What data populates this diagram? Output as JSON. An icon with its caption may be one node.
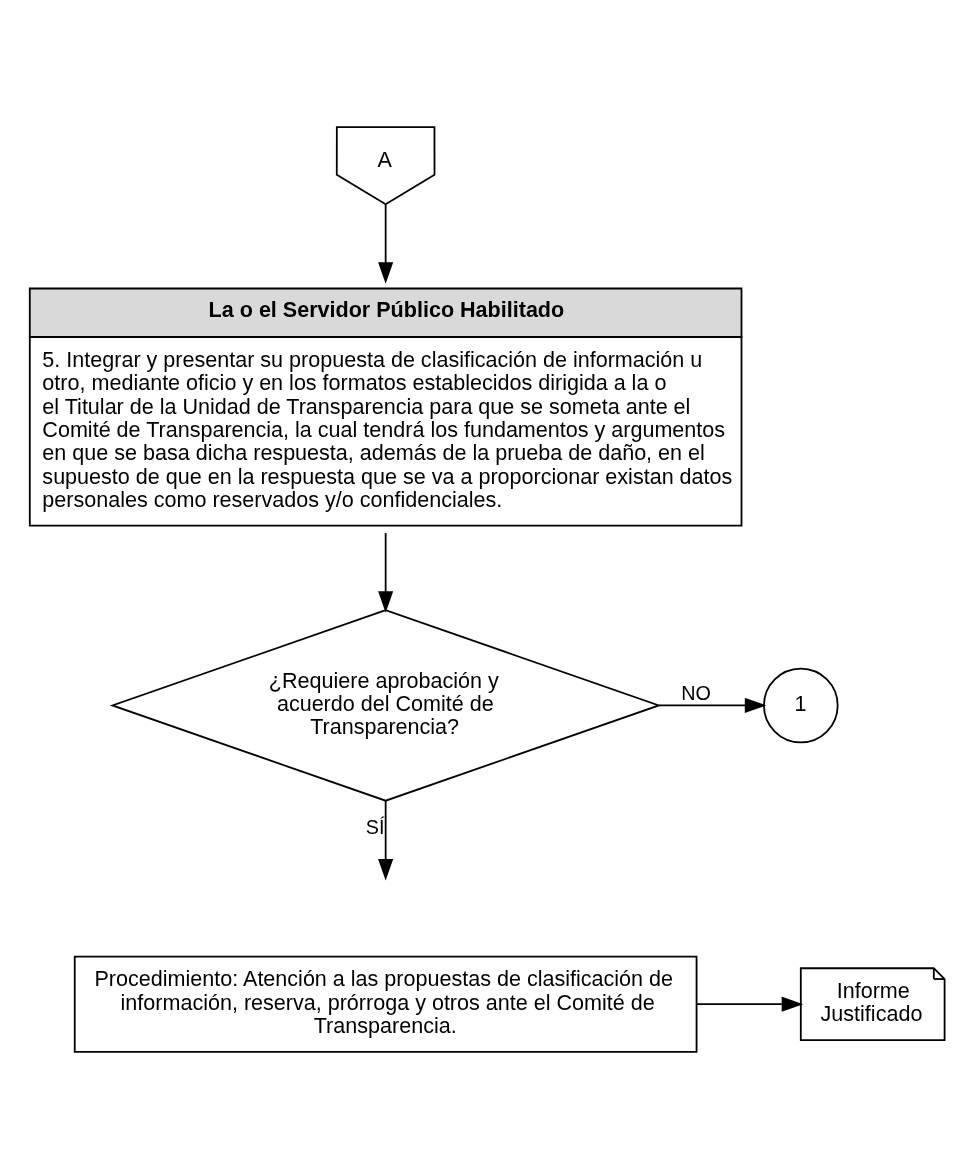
{
  "diagram": {
    "nodes": [
      {
        "text": [
          "A"
        ]
      },
      {
        "text": [
          "La o el Servidor Público Habilitado",
          "5. Integrar y presentar su propuesta de clasificación de información u otro, mediante oficio y en los formatos establecidos dirigida a la o el Titular de la Unidad de Transparencia para que se someta ante el Comité de Transparencia, la cual tendrá los fundamentos y argumentos en que se basa dicha respuesta, además de la prueba de daño, en el supuesto de que en la respuesta que se va a proporcionar existan datos personales como reservados y/o confidenciales."
        ]
      },
      {
        "text": [
          "¿Requiere aprobación y acuerdo del Comité de Transparencia?"
        ]
      },
      {
        "text": [
          "1"
        ]
      },
      {
        "text": [
          "Procedimiento: Atención a las propuestas de clasificación de información, reserva, prórroga y otros ante el Comité de Transparencia."
        ]
      },
      {
        "text": [
          "Informe Justificado"
        ]
      }
    ],
    "edges": [
      {
        "from": 0,
        "to": 1,
        "arrow": "to"
      },
      {
        "from": 1,
        "to": 2,
        "arrow": "to"
      },
      {
        "from": 2,
        "to": 3,
        "arrow": "to",
        "label": "NO"
      },
      {
        "from": 2,
        "to": null,
        "arrow": "to",
        "label": "SÍ"
      },
      {
        "from": 4,
        "to": 5,
        "arrow": "to"
      }
    ]
  }
}
